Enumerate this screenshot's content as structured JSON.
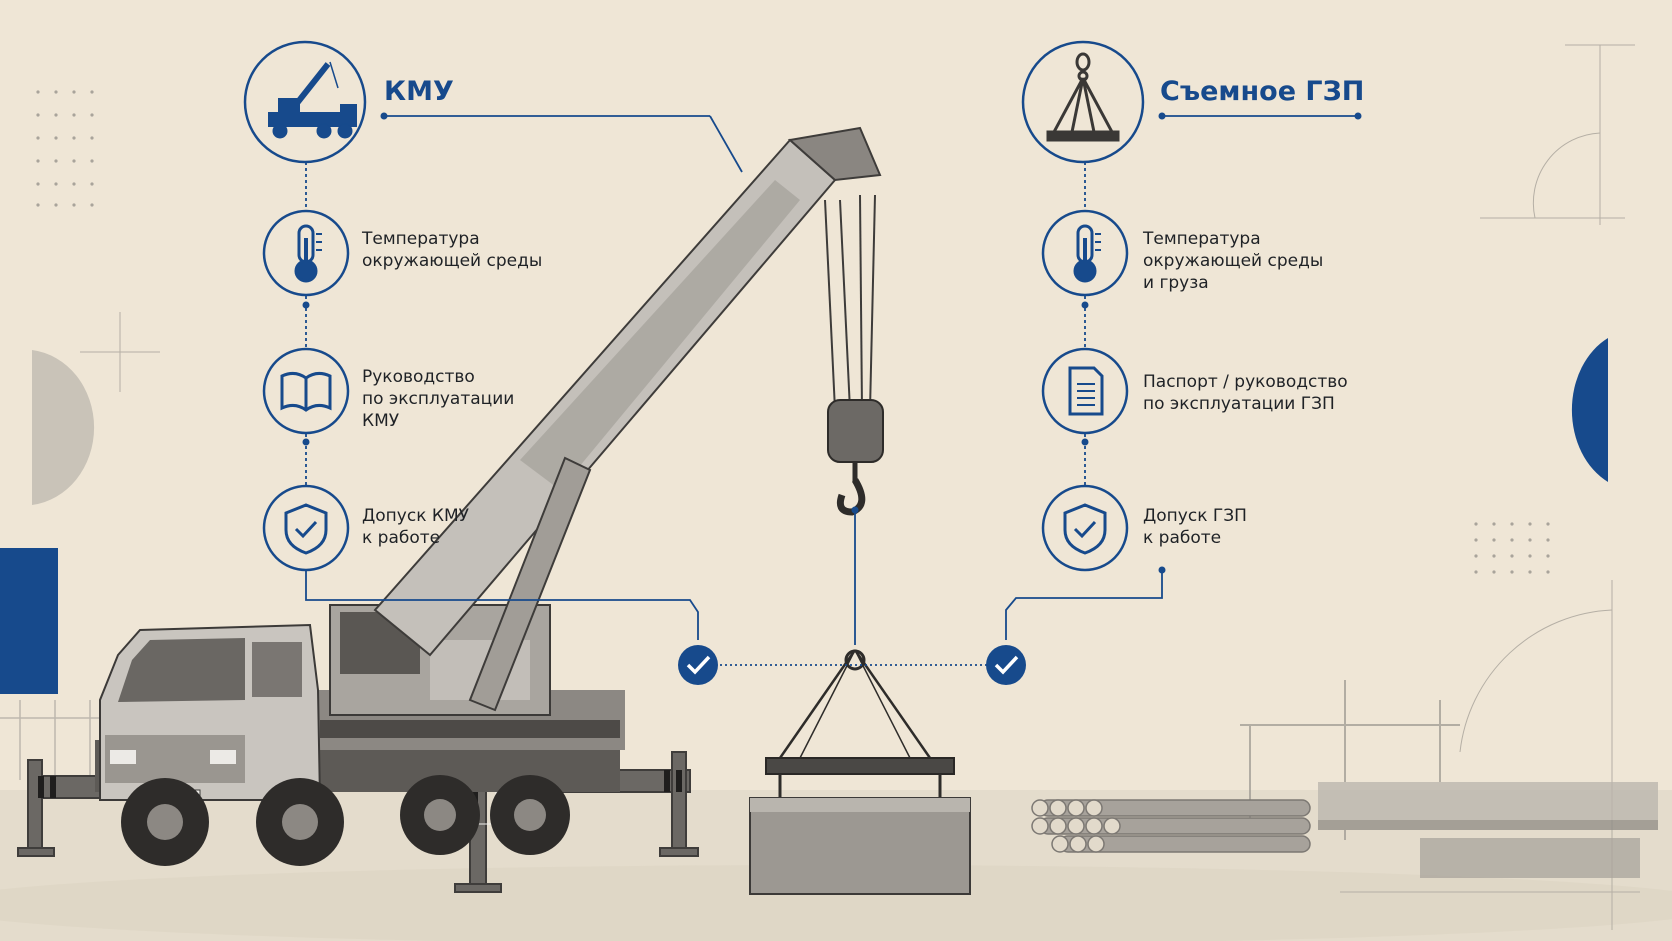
{
  "colors": {
    "accent": "#174a8c",
    "background": "#efe6d6",
    "text": "#1f2226",
    "photo_gray": "#8a8682"
  },
  "left": {
    "title": "КМУ",
    "title_icon": "crane-truck-icon",
    "nodes": [
      {
        "icon": "thermometer-icon",
        "label": "Температура\nокружающей среды"
      },
      {
        "icon": "manual-book-icon",
        "label": "Руководство\nпо эксплуатации\nКМУ"
      },
      {
        "icon": "shield-check-icon",
        "label": "Допуск КМУ\nк работе"
      }
    ],
    "check_icon": "check-circle-icon"
  },
  "right": {
    "title": "Съемное ГЗП",
    "title_icon": "lifting-sling-icon",
    "nodes": [
      {
        "icon": "thermometer-icon",
        "label": "Температура\nокружающей среды\nи груза"
      },
      {
        "icon": "document-icon",
        "label": "Паспорт / руководство\nпо эксплуатации ГЗП"
      },
      {
        "icon": "shield-check-icon",
        "label": "Допуск ГЗП\nк работе"
      }
    ],
    "check_icon": "check-circle-icon"
  }
}
